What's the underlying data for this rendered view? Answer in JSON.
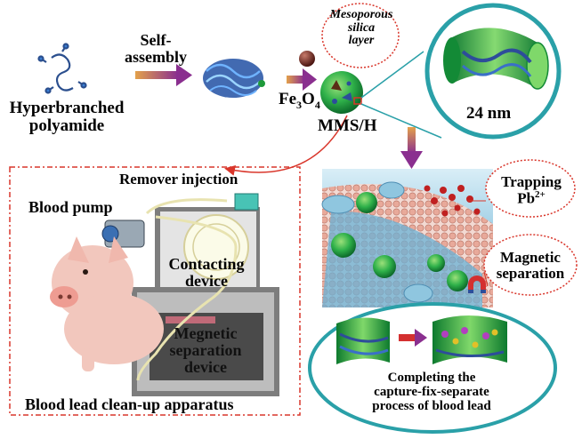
{
  "labels": {
    "hyperbranched_line1": "Hyperbranched",
    "hyperbranched_line2": "polyamide",
    "self_assembly_line1": "Self-",
    "self_assembly_line2": "assembly",
    "fe3o4_main": "Fe",
    "fe3o4_sub1": "3",
    "fe3o4_o": "O",
    "fe3o4_sub2": "4",
    "mms_h": "MMS/H",
    "mesoporous_line1": "Mesoporous",
    "mesoporous_line2": "silica",
    "mesoporous_line3": "layer",
    "size": "24 nm",
    "remover_injection": "Remover injection",
    "blood_pump": "Blood pump",
    "contacting_line1": "Contacting",
    "contacting_line2": "device",
    "magnetic_device_line1": "Megnetic",
    "magnetic_device_line2": "separation",
    "magnetic_device_line3": "device",
    "apparatus": "Blood lead clean-up apparatus",
    "trapping_line1": "Trapping",
    "trapping_line2": "Pb",
    "trapping_sup": "2+",
    "magnetic_sep_line1": "Magnetic",
    "magnetic_sep_line2": "separation",
    "completing_line1": "Completing the",
    "completing_line2": "capture-fix-separate",
    "completing_line3": "process of blood lead"
  },
  "colors": {
    "dashed_red": "#d9362b",
    "teal_line": "#2aa0a8",
    "arrow_purple": "#8a2f8f",
    "sphere_green": "#2fb14a",
    "device_gray": "#7d7d7d",
    "membrane_blue": "#8fc6df"
  }
}
